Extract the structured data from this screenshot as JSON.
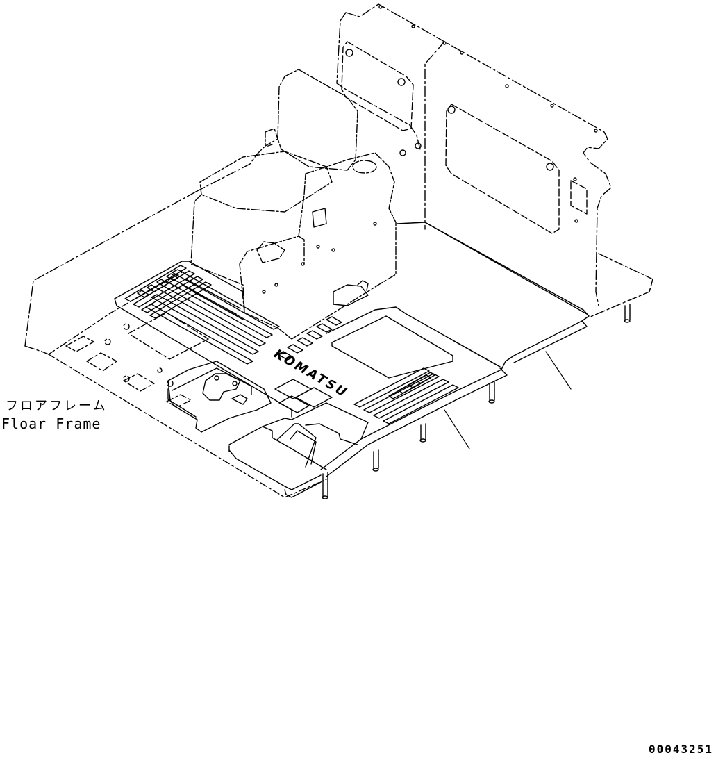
{
  "callout": {
    "label_jp": "フロアフレーム",
    "label_en": "Floar Frame"
  },
  "logo_text": "KOMATSU",
  "document_number": "00043251"
}
